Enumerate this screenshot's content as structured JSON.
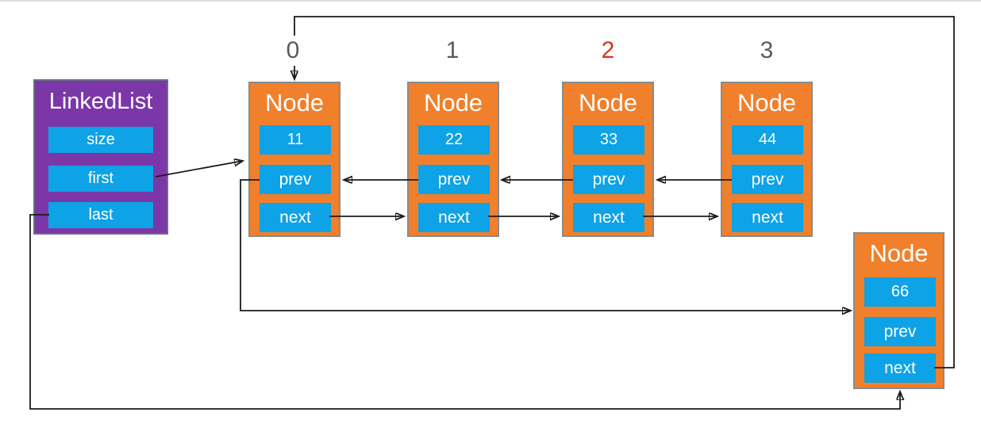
{
  "diagram_type": "doubly-linked-list structure",
  "colors": {
    "linkedlist_box": "#7B37A8",
    "node_box": "#F0802B",
    "field_box": "#0EA2E6",
    "line": "#1b1b1b",
    "index_default": "#5a5a5a",
    "index_highlight": "#D2351B"
  },
  "linkedlist": {
    "title": "LinkedList",
    "fields": [
      "size",
      "first",
      "last"
    ]
  },
  "indices": [
    {
      "label": "0",
      "color": "#5a5a5a"
    },
    {
      "label": "1",
      "color": "#5a5a5a"
    },
    {
      "label": "2",
      "color": "#D2351B"
    },
    {
      "label": "3",
      "color": "#5a5a5a"
    }
  ],
  "nodes": [
    {
      "title": "Node",
      "value": "11",
      "prev_label": "prev",
      "next_label": "next"
    },
    {
      "title": "Node",
      "value": "22",
      "prev_label": "prev",
      "next_label": "next"
    },
    {
      "title": "Node",
      "value": "33",
      "prev_label": "prev",
      "next_label": "next"
    },
    {
      "title": "Node",
      "value": "44",
      "prev_label": "prev",
      "next_label": "next"
    },
    {
      "title": "Node",
      "value": "66",
      "prev_label": "prev",
      "next_label": "next"
    }
  ],
  "edges": [
    {
      "from": "LinkedList.first",
      "to": "node(11)"
    },
    {
      "from": "LinkedList.last",
      "to": "node(66)"
    },
    {
      "from": "node(11).next",
      "to": "node(22)"
    },
    {
      "from": "node(22).next",
      "to": "node(33)"
    },
    {
      "from": "node(33).next",
      "to": "node(44)"
    },
    {
      "from": "node(22).prev",
      "to": "node(11)"
    },
    {
      "from": "node(33).prev",
      "to": "node(22)"
    },
    {
      "from": "node(44).prev",
      "to": "node(33)"
    },
    {
      "from": "node(11).prev",
      "to": "node(66)"
    },
    {
      "from": "node(66).next",
      "to": "node(11)"
    }
  ]
}
